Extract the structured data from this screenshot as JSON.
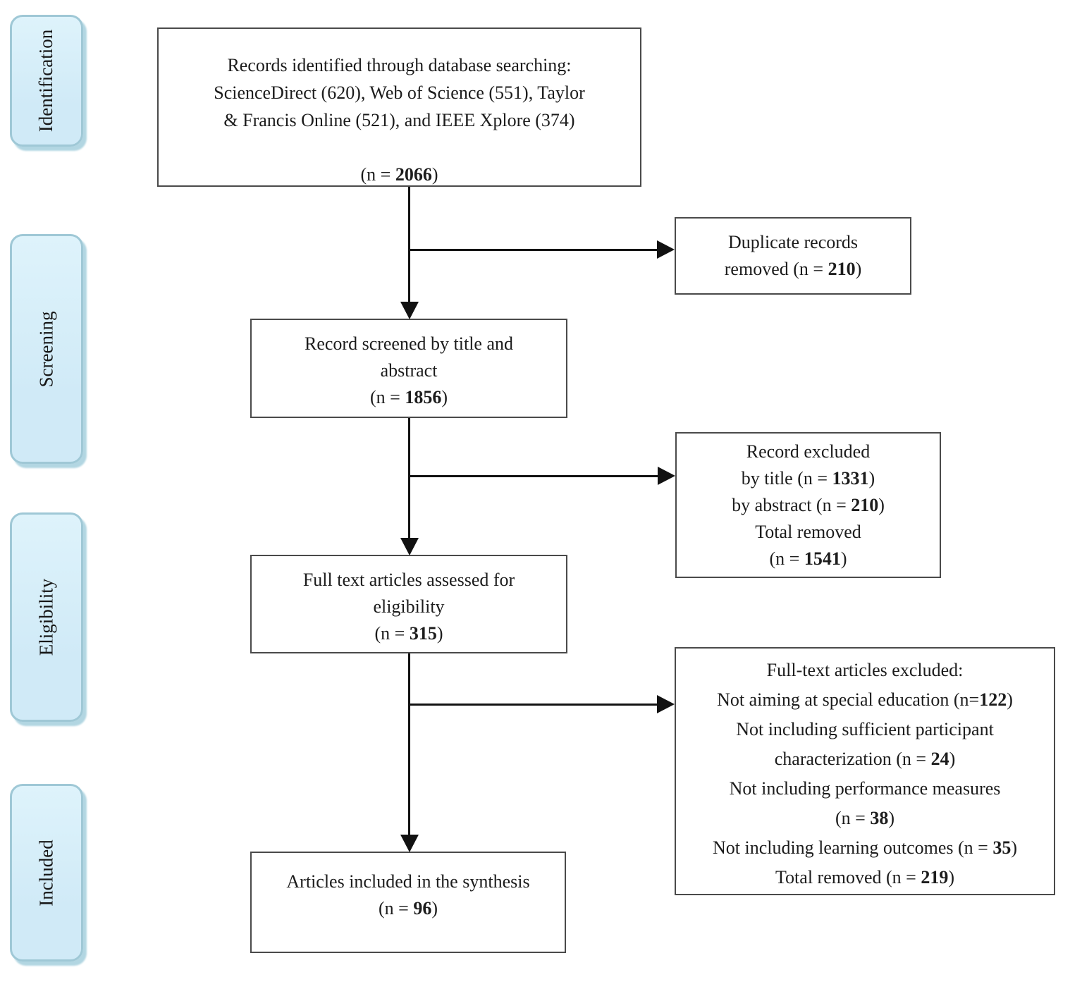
{
  "colors": {
    "background": "#ffffff",
    "text": "#1c1c1c",
    "box_border": "#4a4a4a",
    "arrow": "#121212",
    "stage_fill": "#d0eaf7",
    "stage_border": "#9fc8d6",
    "stage_shadow": "#b2d6e2"
  },
  "sidebar": {
    "stages": [
      {
        "label": "Identification"
      },
      {
        "label": "Screening"
      },
      {
        "label": "Eligibility"
      },
      {
        "label": "Included"
      }
    ]
  },
  "boxes": {
    "records_identified": {
      "lines": [
        {
          "segments": [
            {
              "text": "Records identified through database searching:"
            }
          ]
        },
        {
          "segments": [
            {
              "text": "ScienceDirect (620), Web of Science (551), Taylor"
            }
          ]
        },
        {
          "segments": [
            {
              "text": "& Francis Online (521), and IEEE Xplore (374)"
            }
          ]
        },
        {
          "gap": true,
          "segments": [
            {
              "text": "(n = "
            },
            {
              "text": "2066",
              "bold": true
            },
            {
              "text": ")"
            }
          ]
        }
      ]
    },
    "duplicates_removed": {
      "lines": [
        {
          "segments": [
            {
              "text": "Duplicate records"
            }
          ]
        },
        {
          "segments": [
            {
              "text": "removed (n = "
            },
            {
              "text": "210",
              "bold": true
            },
            {
              "text": ")"
            }
          ]
        }
      ]
    },
    "records_screened": {
      "lines": [
        {
          "segments": [
            {
              "text": "Record screened by title and"
            }
          ]
        },
        {
          "segments": [
            {
              "text": "abstract"
            }
          ]
        },
        {
          "segments": [
            {
              "text": "(n = "
            },
            {
              "text": "1856",
              "bold": true
            },
            {
              "text": ")"
            }
          ]
        }
      ]
    },
    "records_excluded": {
      "lines": [
        {
          "segments": [
            {
              "text": "Record excluded"
            }
          ]
        },
        {
          "segments": [
            {
              "text": "by title (n = "
            },
            {
              "text": "1331",
              "bold": true
            },
            {
              "text": ")"
            }
          ]
        },
        {
          "segments": [
            {
              "text": "by abstract (n = "
            },
            {
              "text": "210",
              "bold": true
            },
            {
              "text": ")"
            }
          ]
        },
        {
          "segments": [
            {
              "text": "Total removed"
            }
          ]
        },
        {
          "segments": [
            {
              "text": "(n = "
            },
            {
              "text": "1541",
              "bold": true
            },
            {
              "text": ")"
            }
          ]
        }
      ]
    },
    "fulltext_assessed": {
      "lines": [
        {
          "segments": [
            {
              "text": "Full text articles assessed for"
            }
          ]
        },
        {
          "segments": [
            {
              "text": "eligibility"
            }
          ]
        },
        {
          "segments": [
            {
              "text": "(n = "
            },
            {
              "text": "315",
              "bold": true
            },
            {
              "text": ")"
            }
          ]
        }
      ]
    },
    "fulltext_excluded": {
      "lines": [
        {
          "segments": [
            {
              "text": "Full-text articles excluded:"
            }
          ]
        },
        {
          "segments": [
            {
              "text": "Not aiming at special education (n="
            },
            {
              "text": "122",
              "bold": true
            },
            {
              "text": ")"
            }
          ]
        },
        {
          "segments": [
            {
              "text": "Not including sufficient participant"
            }
          ]
        },
        {
          "segments": [
            {
              "text": "characterization (n = "
            },
            {
              "text": "24",
              "bold": true
            },
            {
              "text": ")"
            }
          ]
        },
        {
          "segments": [
            {
              "text": "Not including performance measures"
            }
          ]
        },
        {
          "segments": [
            {
              "text": "(n = "
            },
            {
              "text": "38",
              "bold": true
            },
            {
              "text": ")"
            }
          ]
        },
        {
          "segments": [
            {
              "text": "Not including learning outcomes (n = "
            },
            {
              "text": "35",
              "bold": true
            },
            {
              "text": ")"
            }
          ]
        },
        {
          "segments": [
            {
              "text": "Total removed (n = "
            },
            {
              "text": "219",
              "bold": true
            },
            {
              "text": ")"
            }
          ]
        }
      ]
    },
    "articles_included": {
      "lines": [
        {
          "segments": [
            {
              "text": "Articles included in the synthesis"
            }
          ]
        },
        {
          "segments": [
            {
              "text": "(n = "
            },
            {
              "text": "96",
              "bold": true
            },
            {
              "text": ")"
            }
          ]
        }
      ]
    }
  }
}
